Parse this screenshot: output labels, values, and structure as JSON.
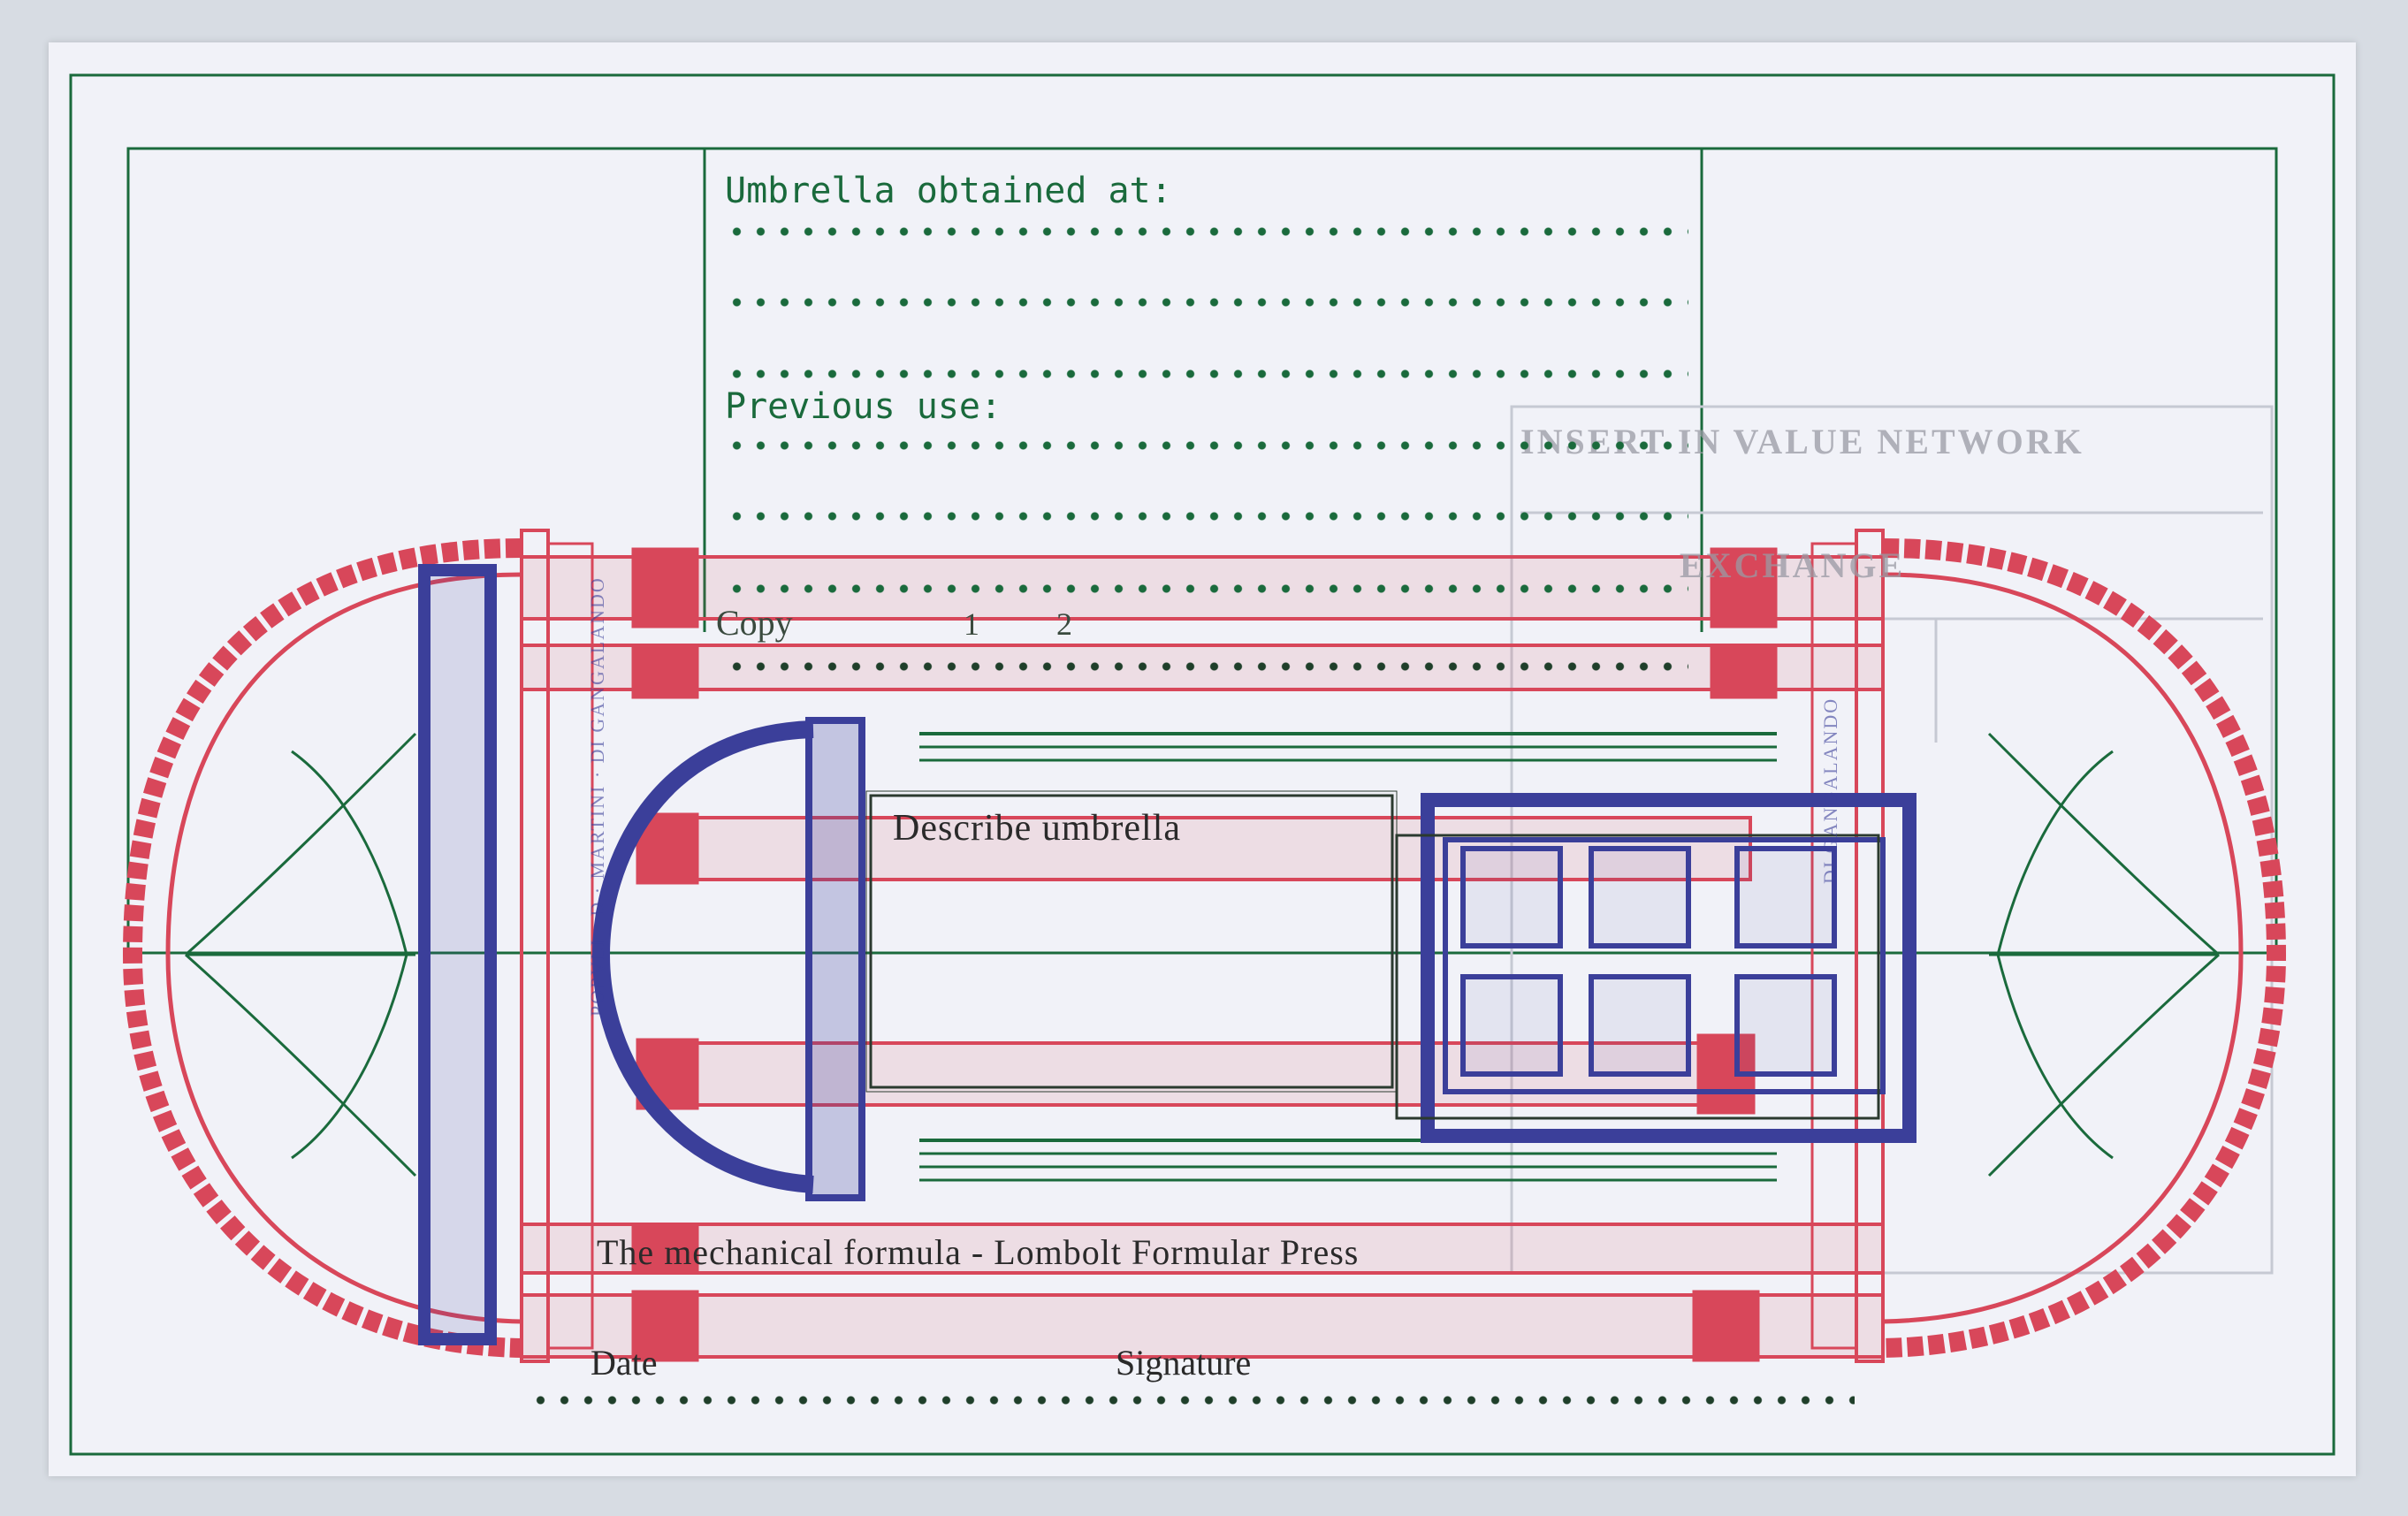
{
  "form": {
    "umbrella_obtained_label": "Umbrella obtained at:",
    "previous_use_label": "Previous use:",
    "copy_label": "Copy",
    "copy_number_1": "1",
    "copy_number_2": "2",
    "describe_label": "Describe umbrella",
    "formula_line": "The mechanical formula - Lombolt Formular Press",
    "date_label": "Date",
    "signature_label": "Signature"
  },
  "background_print": {
    "heading_1": "INSERT IN VALUE NETWORK",
    "heading_2": "EXCHANGE",
    "frieze_inscription_left": "POPVLI · D · MARTINI · DI GANGALANDO",
    "frieze_inscription_right": "DI GANGALANDO"
  },
  "colors": {
    "frame_green": "#1a6a3c",
    "arcade_red": "#d8475a",
    "arcade_blue": "#3b3f9a",
    "card_paper": "#f1f2f8"
  }
}
